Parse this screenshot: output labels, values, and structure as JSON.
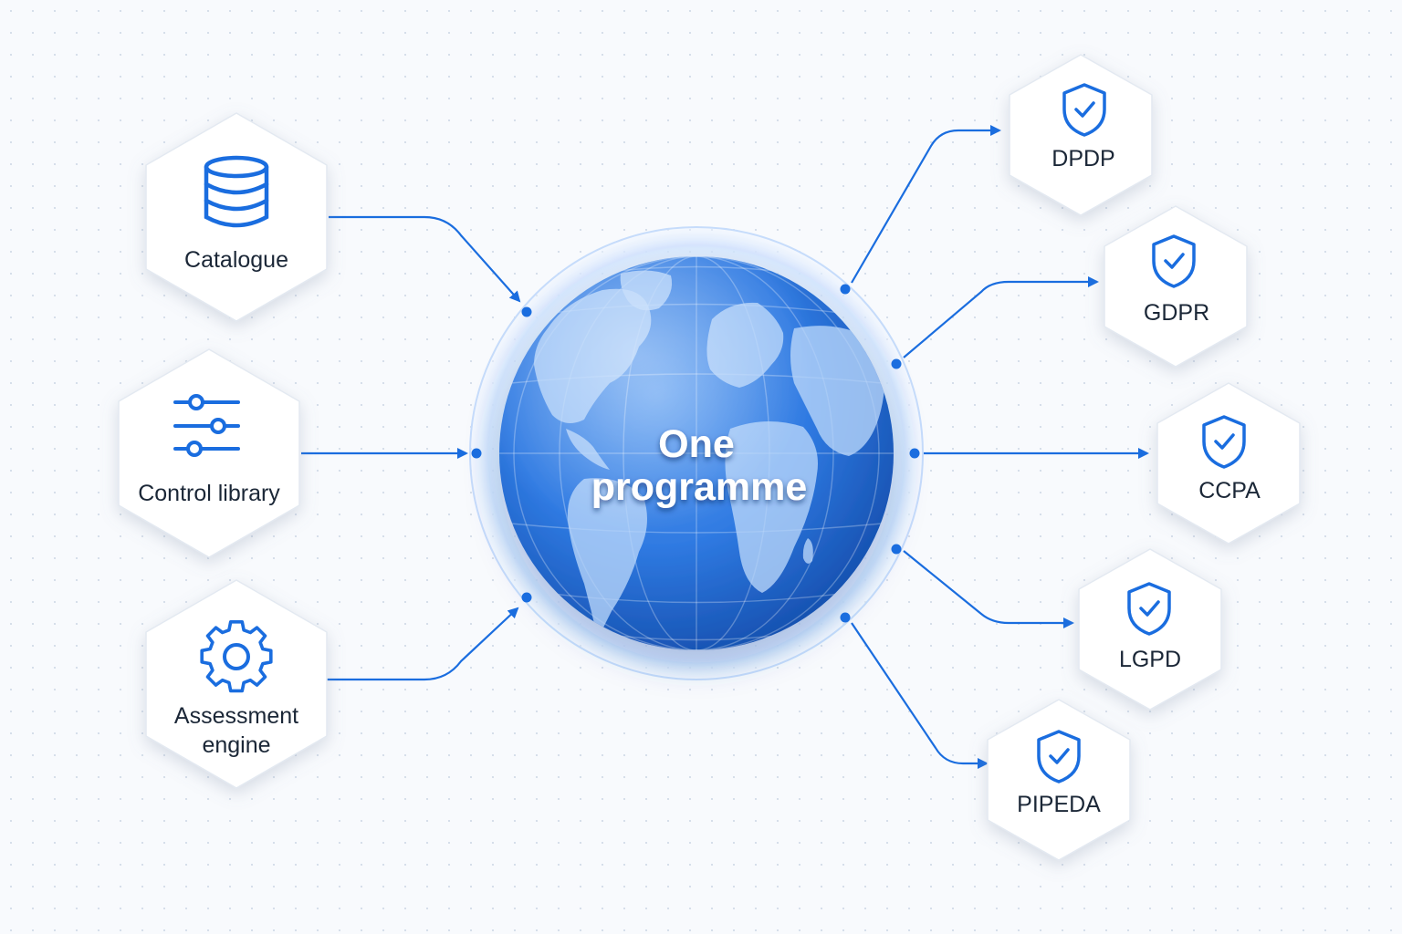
{
  "center": {
    "line1": "One",
    "line2": "programme",
    "icon": "globe-icon"
  },
  "inputs": [
    {
      "id": "catalogue",
      "lines": [
        "Catalogue"
      ],
      "icon": "database-icon"
    },
    {
      "id": "control-library",
      "lines": [
        "Control library"
      ],
      "icon": "sliders-icon"
    },
    {
      "id": "assessment-engine",
      "lines": [
        "Assessment",
        "engine"
      ],
      "icon": "gear-icon"
    }
  ],
  "outputs": [
    {
      "id": "dpdp",
      "label": "DPDP",
      "icon": "shield-check-icon"
    },
    {
      "id": "gdpr",
      "label": "GDPR",
      "icon": "shield-check-icon"
    },
    {
      "id": "ccpa",
      "label": "CCPA",
      "icon": "shield-check-icon"
    },
    {
      "id": "lgpd",
      "label": "LGPD",
      "icon": "shield-check-icon"
    },
    {
      "id": "pipeda",
      "label": "PIPEDA",
      "icon": "shield-check-icon"
    }
  ],
  "colors": {
    "accent": "#1a6ddf",
    "globe_light": "#5c9bee",
    "globe_dark": "#1450b4",
    "text": "#1b2737"
  }
}
